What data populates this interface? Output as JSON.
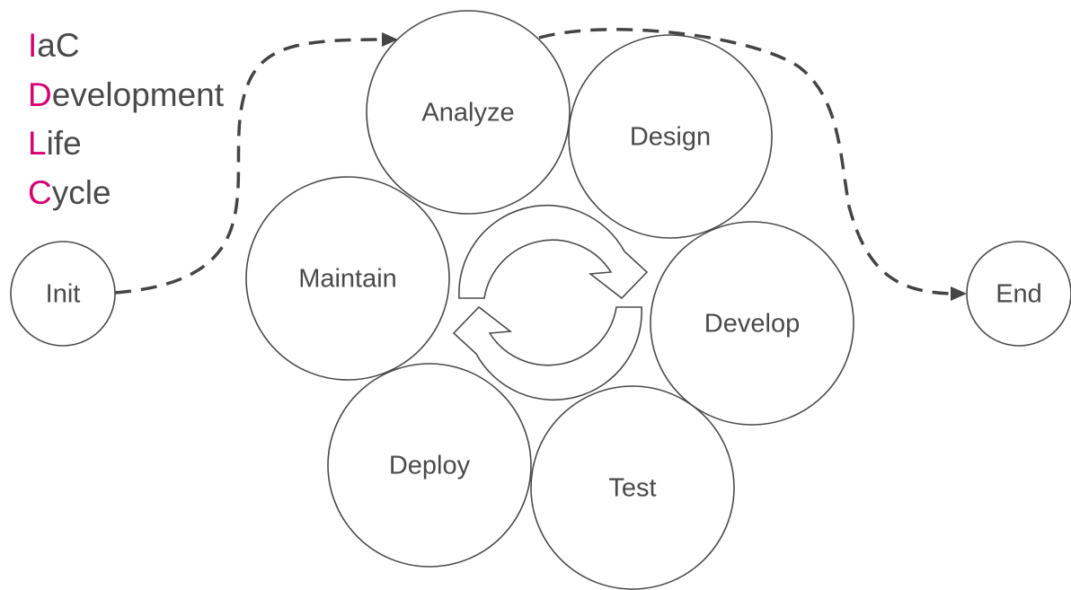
{
  "title": {
    "lines": [
      {
        "initial": "I",
        "rest": "aC"
      },
      {
        "initial": "D",
        "rest": "evelopment"
      },
      {
        "initial": "L",
        "rest": "ife"
      },
      {
        "initial": "C",
        "rest": "ycle"
      }
    ]
  },
  "nodes": {
    "init": "Init",
    "end": "End",
    "analyze": "Analyze",
    "design": "Design",
    "develop": "Develop",
    "test": "Test",
    "deploy": "Deploy",
    "maintain": "Maintain"
  },
  "colors": {
    "accent": "#d6006e",
    "stroke": "#4a4a4a",
    "text": "#4a4a4a"
  }
}
